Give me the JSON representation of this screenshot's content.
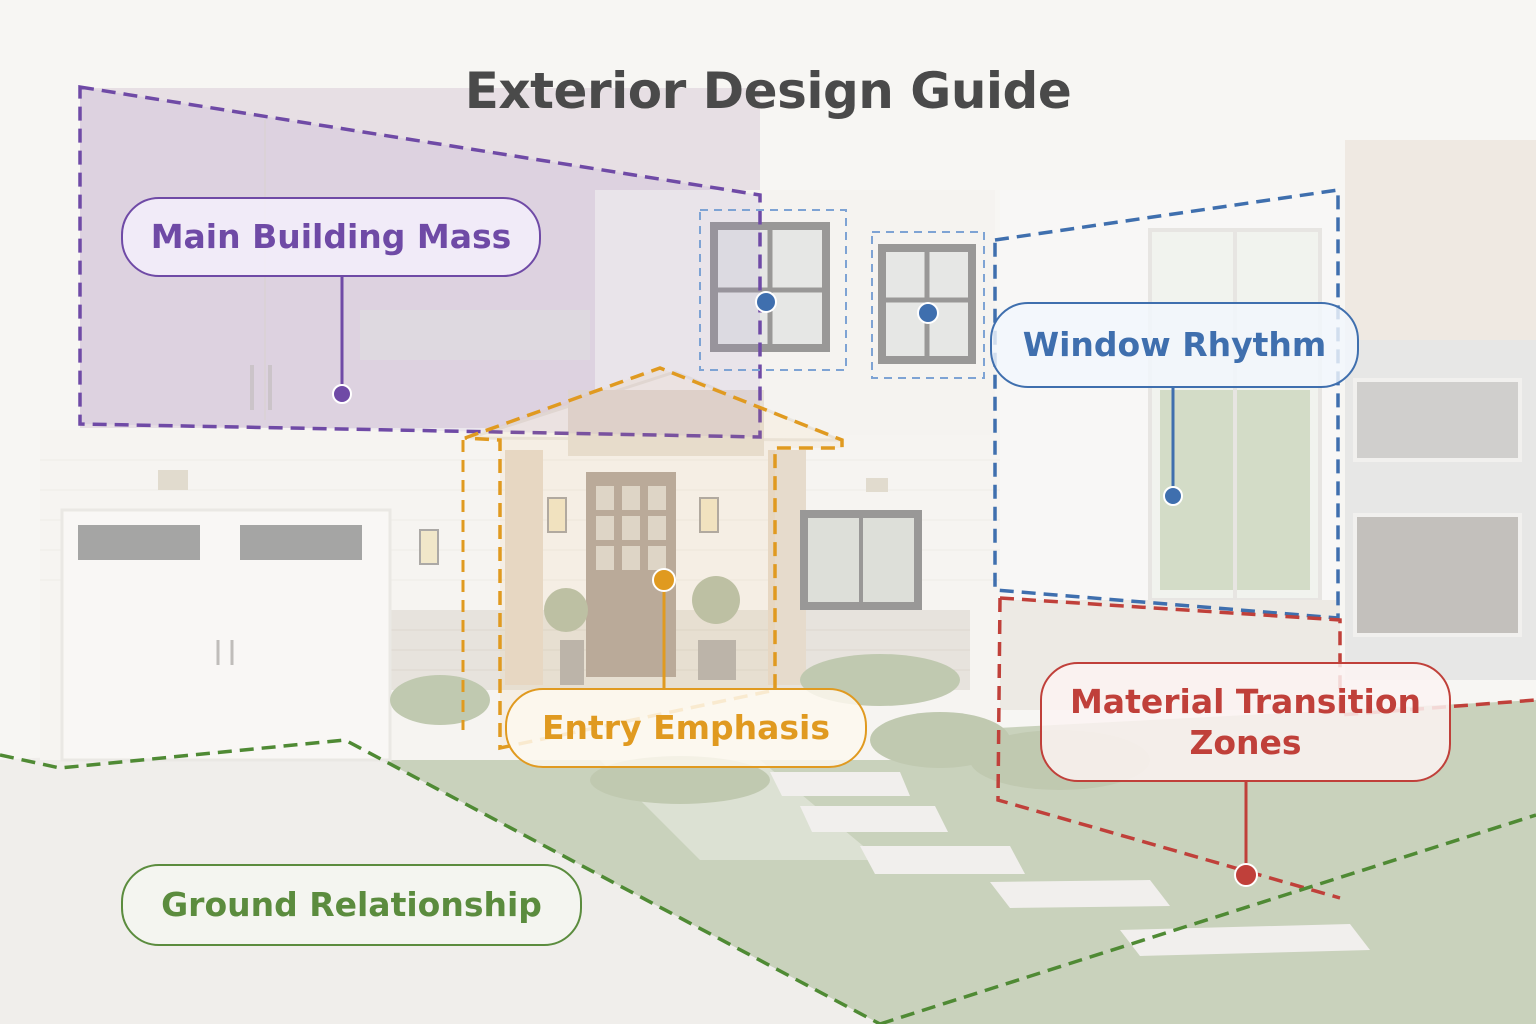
{
  "title": "Exterior Design Guide",
  "annotations": {
    "main_building_mass": {
      "label": "Main Building Mass",
      "color": "#6f4aa6"
    },
    "window_rhythm": {
      "label": "Window Rhythm",
      "color": "#3f6fae"
    },
    "entry_emphasis": {
      "label": "Entry Emphasis",
      "color": "#e09a20"
    },
    "material_transition_zones": {
      "label": "Material Transition Zones",
      "color": "#c0403a"
    },
    "ground_relationship": {
      "label": "Ground Relationship",
      "color": "#5b8c3e"
    }
  },
  "colors": {
    "title_text": "#4a4a4a",
    "wall": "#eeebe6",
    "stone": "#d9d2c7",
    "lawn": "#9fae86",
    "driveway": "#e6e3de"
  }
}
